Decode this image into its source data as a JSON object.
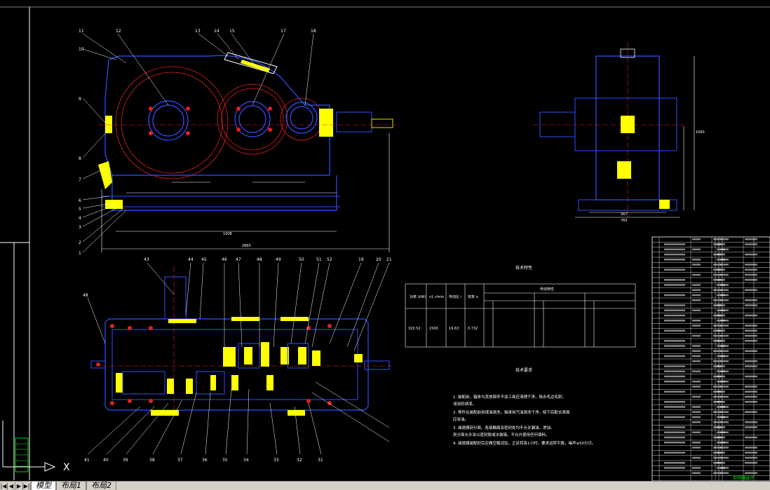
{
  "tabs": [
    {
      "label": "模型",
      "active": true
    },
    {
      "label": "布局1",
      "active": false
    },
    {
      "label": "布局2",
      "active": false
    }
  ],
  "ucs": {
    "x_label": "X"
  },
  "front_view_dims": [
    "1008",
    "2865"
  ],
  "side_view_dims": [
    "567",
    "760",
    "1060"
  ],
  "top_view_part_numbers": [
    "11",
    "12",
    "13",
    "14",
    "15",
    "17",
    "18",
    "10",
    "9",
    "8",
    "7",
    "6",
    "5",
    "4",
    "3",
    "2",
    "1"
  ],
  "bottom_view_part_numbers_top": [
    "43",
    "44",
    "45",
    "46",
    "47",
    "48",
    "49",
    "50",
    "51",
    "52",
    "19",
    "20",
    "21"
  ],
  "bottom_view_part_numbers_bottom": [
    "41",
    "40",
    "39",
    "38",
    "37",
    "36",
    "35",
    "34",
    "33",
    "32",
    "31"
  ],
  "tech_table_title": "技术特性",
  "tech_table": {
    "headers": [
      "功率 (kW)",
      "n1 r/min",
      "传动比 i",
      "效率 η",
      "传动特性"
    ],
    "row": [
      "320.52",
      "1500",
      "19.63",
      "0.732"
    ]
  },
  "tech_requirements_title": "技术要求",
  "tech_requirements": [
    "1. 装配前，箱体与其他铸件不加工面应清理干净，除去毛边毛刺；",
    "   浸涂防锈漆。",
    "2. 零件在装配前用煤油清洗，轴承用汽油清洗干净，晾干后配合表面",
    "   应涂油。",
    "3. 减速器剖分面、各接触面及密封处均不允许漏油，渗油。",
    "   剖分面允许涂以密封胶或水玻璃，不允许使用任何填料。",
    "4. 减速器装配好后应做空载试验，正反转各1小时，要求运转平稳，噪声≤50分贝。"
  ],
  "title_block_label": "中间轴设计"
}
